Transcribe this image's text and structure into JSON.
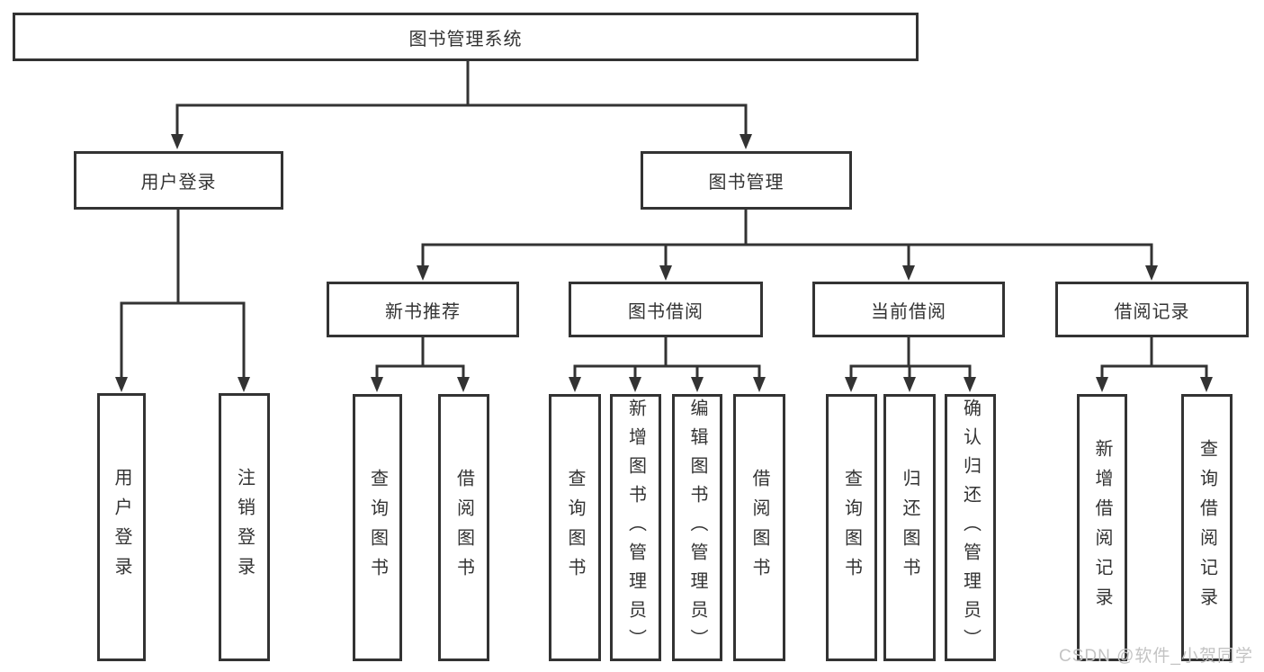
{
  "diagram": {
    "root": {
      "label": "图书管理系统"
    },
    "branches": [
      {
        "label": "用户登录",
        "children": [
          {
            "label": "用户登录"
          },
          {
            "label": "注销登录"
          }
        ]
      },
      {
        "label": "图书管理",
        "children": [
          {
            "label": "新书推荐",
            "children": [
              {
                "label": "查询图书"
              },
              {
                "label": "借阅图书"
              }
            ]
          },
          {
            "label": "图书借阅",
            "children": [
              {
                "label": "查询图书"
              },
              {
                "label": "新增图书（管理员）"
              },
              {
                "label": "编辑图书（管理员）"
              },
              {
                "label": "借阅图书"
              }
            ]
          },
          {
            "label": "当前借阅",
            "children": [
              {
                "label": "查询图书"
              },
              {
                "label": "归还图书"
              },
              {
                "label": "确认归还（管理员）"
              }
            ]
          },
          {
            "label": "借阅记录",
            "children": [
              {
                "label": "新增借阅记录"
              },
              {
                "label": "查询借阅记录"
              }
            ]
          }
        ]
      }
    ]
  },
  "watermark": {
    "text": "CSDN @软件_小贺同学"
  },
  "colors": {
    "line": "#333333",
    "box_background": "#ffffff",
    "text": "#333333",
    "watermark": "#c3c3c3"
  }
}
